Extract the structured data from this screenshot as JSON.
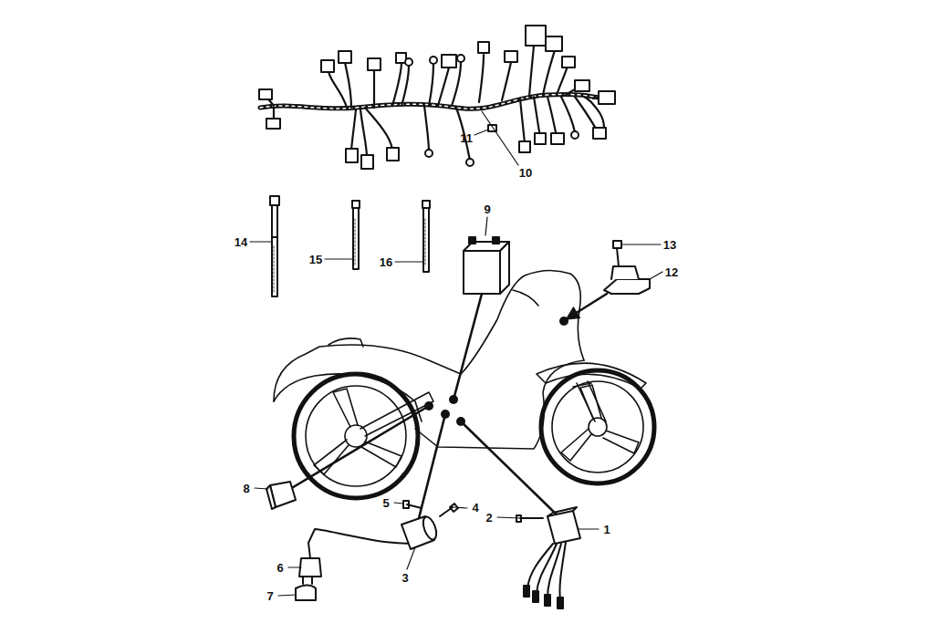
{
  "diagram": {
    "labels": [
      "11",
      "10",
      "9",
      "14",
      "13",
      "15",
      "16",
      "12",
      "8",
      "5",
      "4",
      "2",
      "1",
      "6",
      "3",
      "7"
    ]
  }
}
